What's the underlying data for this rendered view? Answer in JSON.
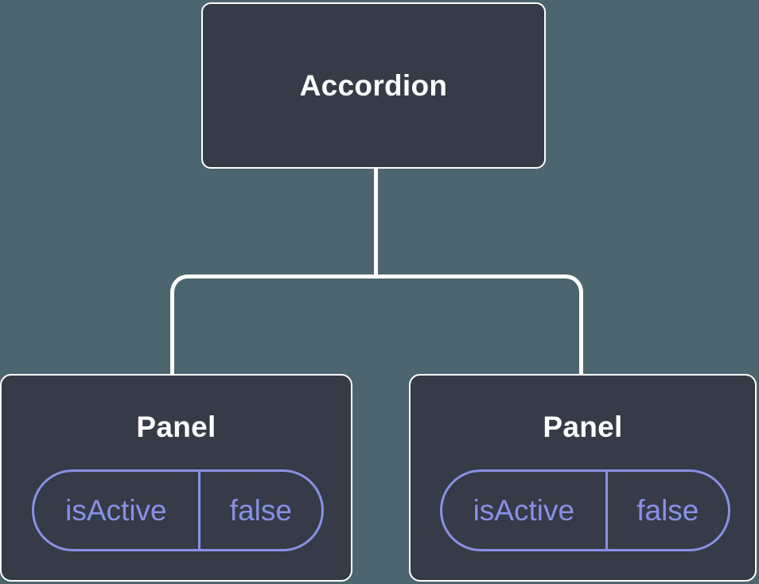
{
  "diagram": {
    "type": "component-tree",
    "colors": {
      "background": "#4d656e",
      "node-fill": "#353b47",
      "line": "#ffffff",
      "accent": "#8890e6",
      "text": "#ffffff"
    },
    "root": {
      "label": "Accordion"
    },
    "children": [
      {
        "label": "Panel",
        "state": {
          "name": "isActive",
          "value": "false"
        }
      },
      {
        "label": "Panel",
        "state": {
          "name": "isActive",
          "value": "false"
        }
      }
    ]
  }
}
